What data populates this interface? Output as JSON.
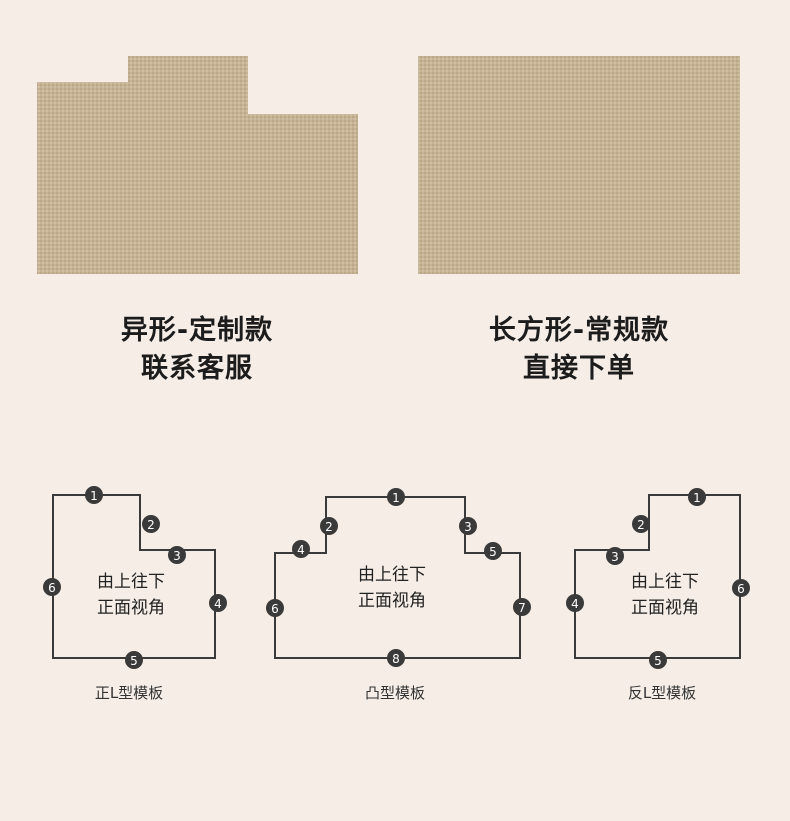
{
  "swatches": {
    "left_caption_line1": "异形-定制款",
    "left_caption_line2": "联系客服",
    "right_caption_line1": "长方形-常规款",
    "right_caption_line2": "直接下单",
    "fabric_color": "#c6b396"
  },
  "templates": [
    {
      "name": "正L型模板",
      "center_line1": "由上往下",
      "center_line2": "正面视角",
      "markers": [
        "1",
        "2",
        "3",
        "4",
        "5",
        "6"
      ]
    },
    {
      "name": "凸型模板",
      "center_line1": "由上往下",
      "center_line2": "正面视角",
      "markers": [
        "1",
        "2",
        "3",
        "4",
        "5",
        "6",
        "7",
        "8"
      ]
    },
    {
      "name": "反L型模板",
      "center_line1": "由上往下",
      "center_line2": "正面视角",
      "markers": [
        "1",
        "2",
        "3",
        "4",
        "5",
        "6"
      ]
    }
  ]
}
